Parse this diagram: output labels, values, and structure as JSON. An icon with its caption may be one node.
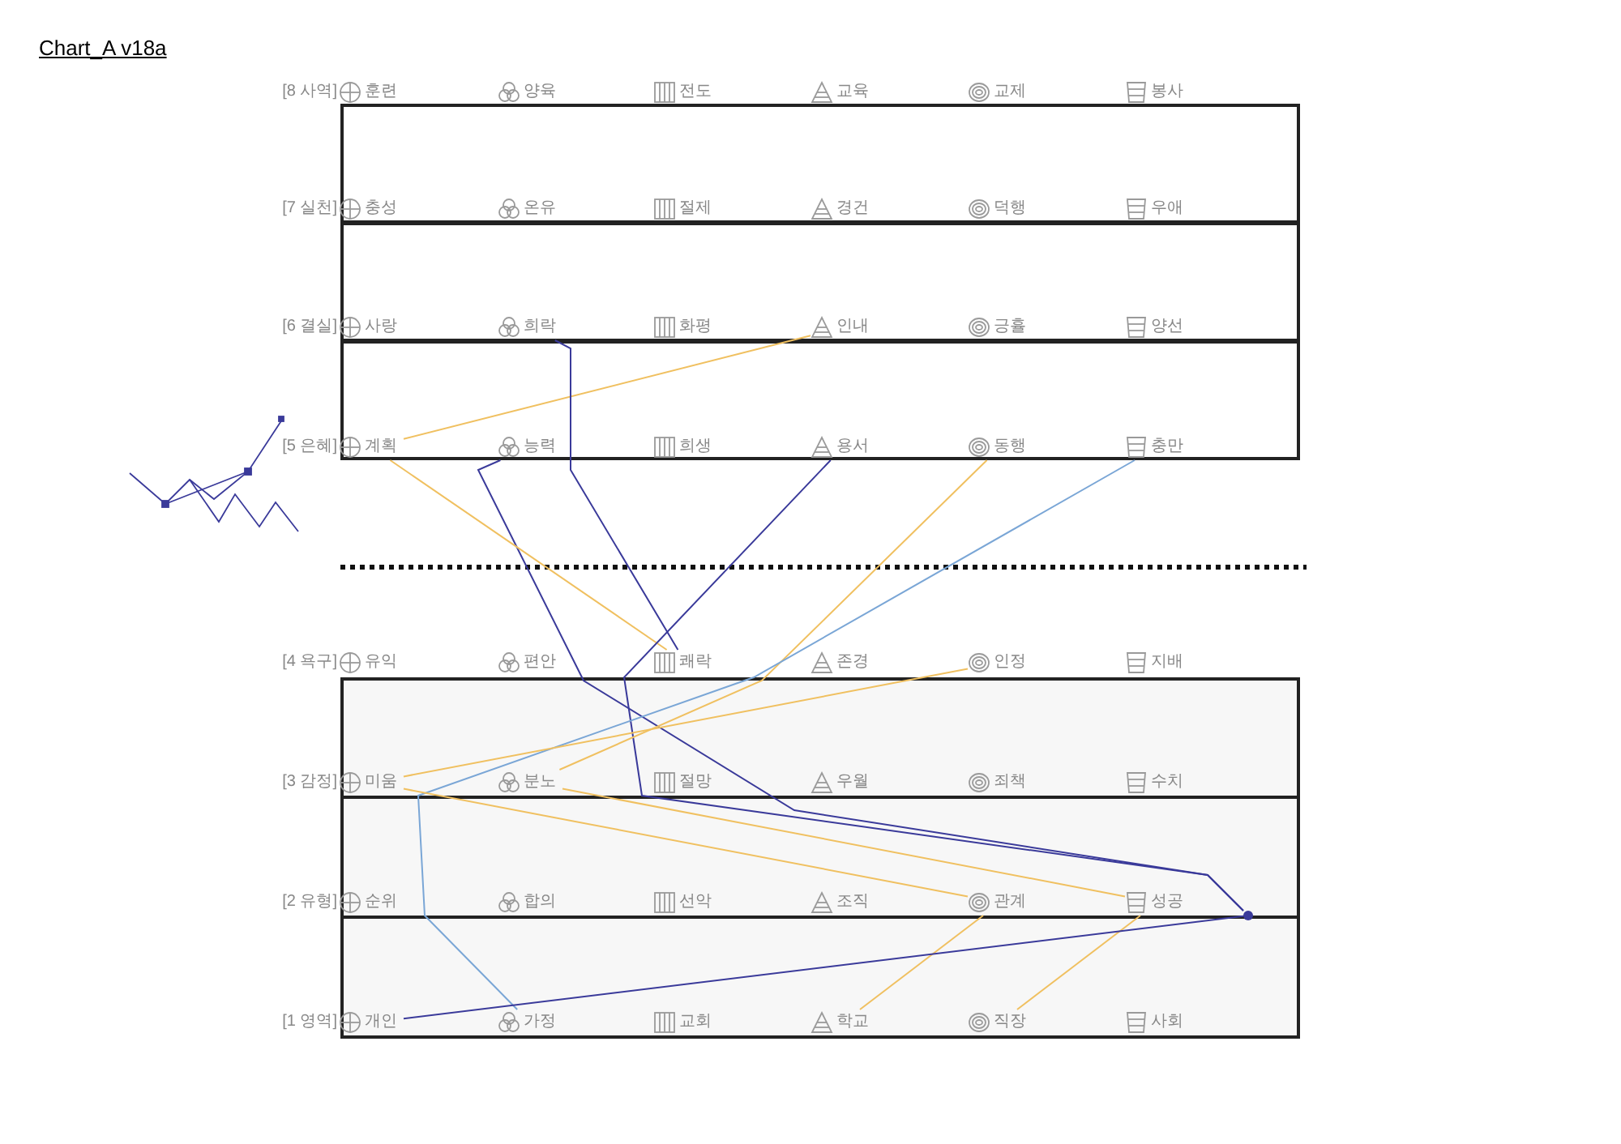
{
  "diagram": {
    "title": "Chart_A v18a",
    "nodes": [
      {
        "text": [
          "훈련"
        ]
      },
      {
        "text": [
          "양육"
        ]
      },
      {
        "text": [
          "전도"
        ]
      },
      {
        "text": [
          "교육"
        ]
      },
      {
        "text": [
          "교제"
        ]
      },
      {
        "text": [
          "봉사"
        ]
      },
      {
        "text": [
          "충성"
        ]
      },
      {
        "text": [
          "온유"
        ]
      },
      {
        "text": [
          "절제"
        ]
      },
      {
        "text": [
          "경건"
        ]
      },
      {
        "text": [
          "덕행"
        ]
      },
      {
        "text": [
          "우애"
        ]
      },
      {
        "text": [
          "사랑"
        ]
      },
      {
        "text": [
          "희락"
        ]
      },
      {
        "text": [
          "화평"
        ]
      },
      {
        "text": [
          "인내"
        ]
      },
      {
        "text": [
          "긍휼"
        ]
      },
      {
        "text": [
          "양선"
        ]
      },
      {
        "text": [
          "계획"
        ]
      },
      {
        "text": [
          "능력"
        ]
      },
      {
        "text": [
          "희생"
        ]
      },
      {
        "text": [
          "용서"
        ]
      },
      {
        "text": [
          "동행"
        ]
      },
      {
        "text": [
          "충만"
        ]
      },
      {
        "text": [
          "유익"
        ]
      },
      {
        "text": [
          "편안"
        ]
      },
      {
        "text": [
          "쾌락"
        ]
      },
      {
        "text": [
          "존경"
        ]
      },
      {
        "text": [
          "인정"
        ]
      },
      {
        "text": [
          "지배"
        ]
      },
      {
        "text": [
          "미움"
        ]
      },
      {
        "text": [
          "분노"
        ]
      },
      {
        "text": [
          "절망"
        ]
      },
      {
        "text": [
          "우월"
        ]
      },
      {
        "text": [
          "죄책"
        ]
      },
      {
        "text": [
          "수치"
        ]
      },
      {
        "text": [
          "순위"
        ]
      },
      {
        "text": [
          "합의"
        ]
      },
      {
        "text": [
          "선악"
        ]
      },
      {
        "text": [
          "조직"
        ]
      },
      {
        "text": [
          "관계"
        ]
      },
      {
        "text": [
          "성공"
        ]
      },
      {
        "text": [
          "개인"
        ]
      },
      {
        "text": [
          "가정"
        ]
      },
      {
        "text": [
          "교회"
        ]
      },
      {
        "text": [
          "학교"
        ]
      },
      {
        "text": [
          "직장"
        ]
      },
      {
        "text": [
          "사회"
        ]
      },
      {
        "text": [],
        "shape": "circle"
      }
    ],
    "edges": [
      {
        "from": 18,
        "to": 15,
        "arrow": "none"
      },
      {
        "from": 13,
        "to": 26,
        "arrow": "none",
        "color": "#3a3a9a"
      },
      {
        "from": 19,
        "to": 48,
        "arrow": "none",
        "color": "#3a3a9a"
      },
      {
        "from": 18,
        "to": 26,
        "arrow": "none"
      },
      {
        "from": 21,
        "to": 48,
        "arrow": "none",
        "color": "#3a3a9a"
      },
      {
        "from": 22,
        "to": 31,
        "arrow": "none"
      },
      {
        "from": 23,
        "to": 43,
        "arrow": "none",
        "color": "#7aa6d6"
      },
      {
        "from": 28,
        "to": 30,
        "arrow": "none"
      },
      {
        "from": 30,
        "to": 40,
        "arrow": "none"
      },
      {
        "from": 31,
        "to": 41,
        "arrow": "none"
      },
      {
        "from": 40,
        "to": 45,
        "arrow": "none"
      },
      {
        "from": 41,
        "to": 46,
        "arrow": "none"
      },
      {
        "from": 42,
        "to": 48,
        "arrow": "none",
        "color": "#3a3a9a"
      }
    ],
    "labels": [
      "[8 사역]",
      "[7 실천]",
      "[6 결실]",
      "[5 은혜]",
      "[4 욕구]",
      "[3 감정]",
      "[2 유형]",
      "[1 영역]"
    ]
  }
}
